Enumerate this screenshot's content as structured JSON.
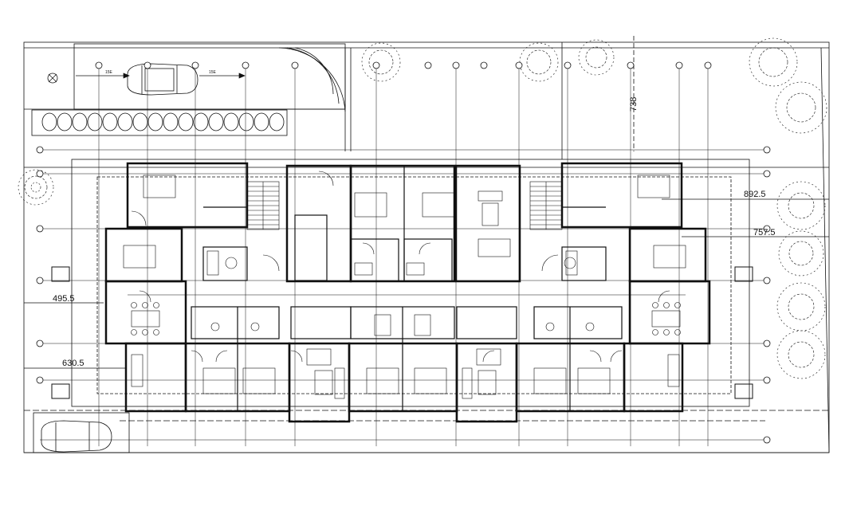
{
  "dimensions": {
    "d738": "738",
    "d8925": "892.5",
    "d7575": "757.5",
    "d4955": "495.5",
    "d6305": "630.5"
  },
  "car_arrows": [
    "15E",
    "15E"
  ],
  "theme": {
    "line": "#111111",
    "paper": "#ffffff"
  }
}
